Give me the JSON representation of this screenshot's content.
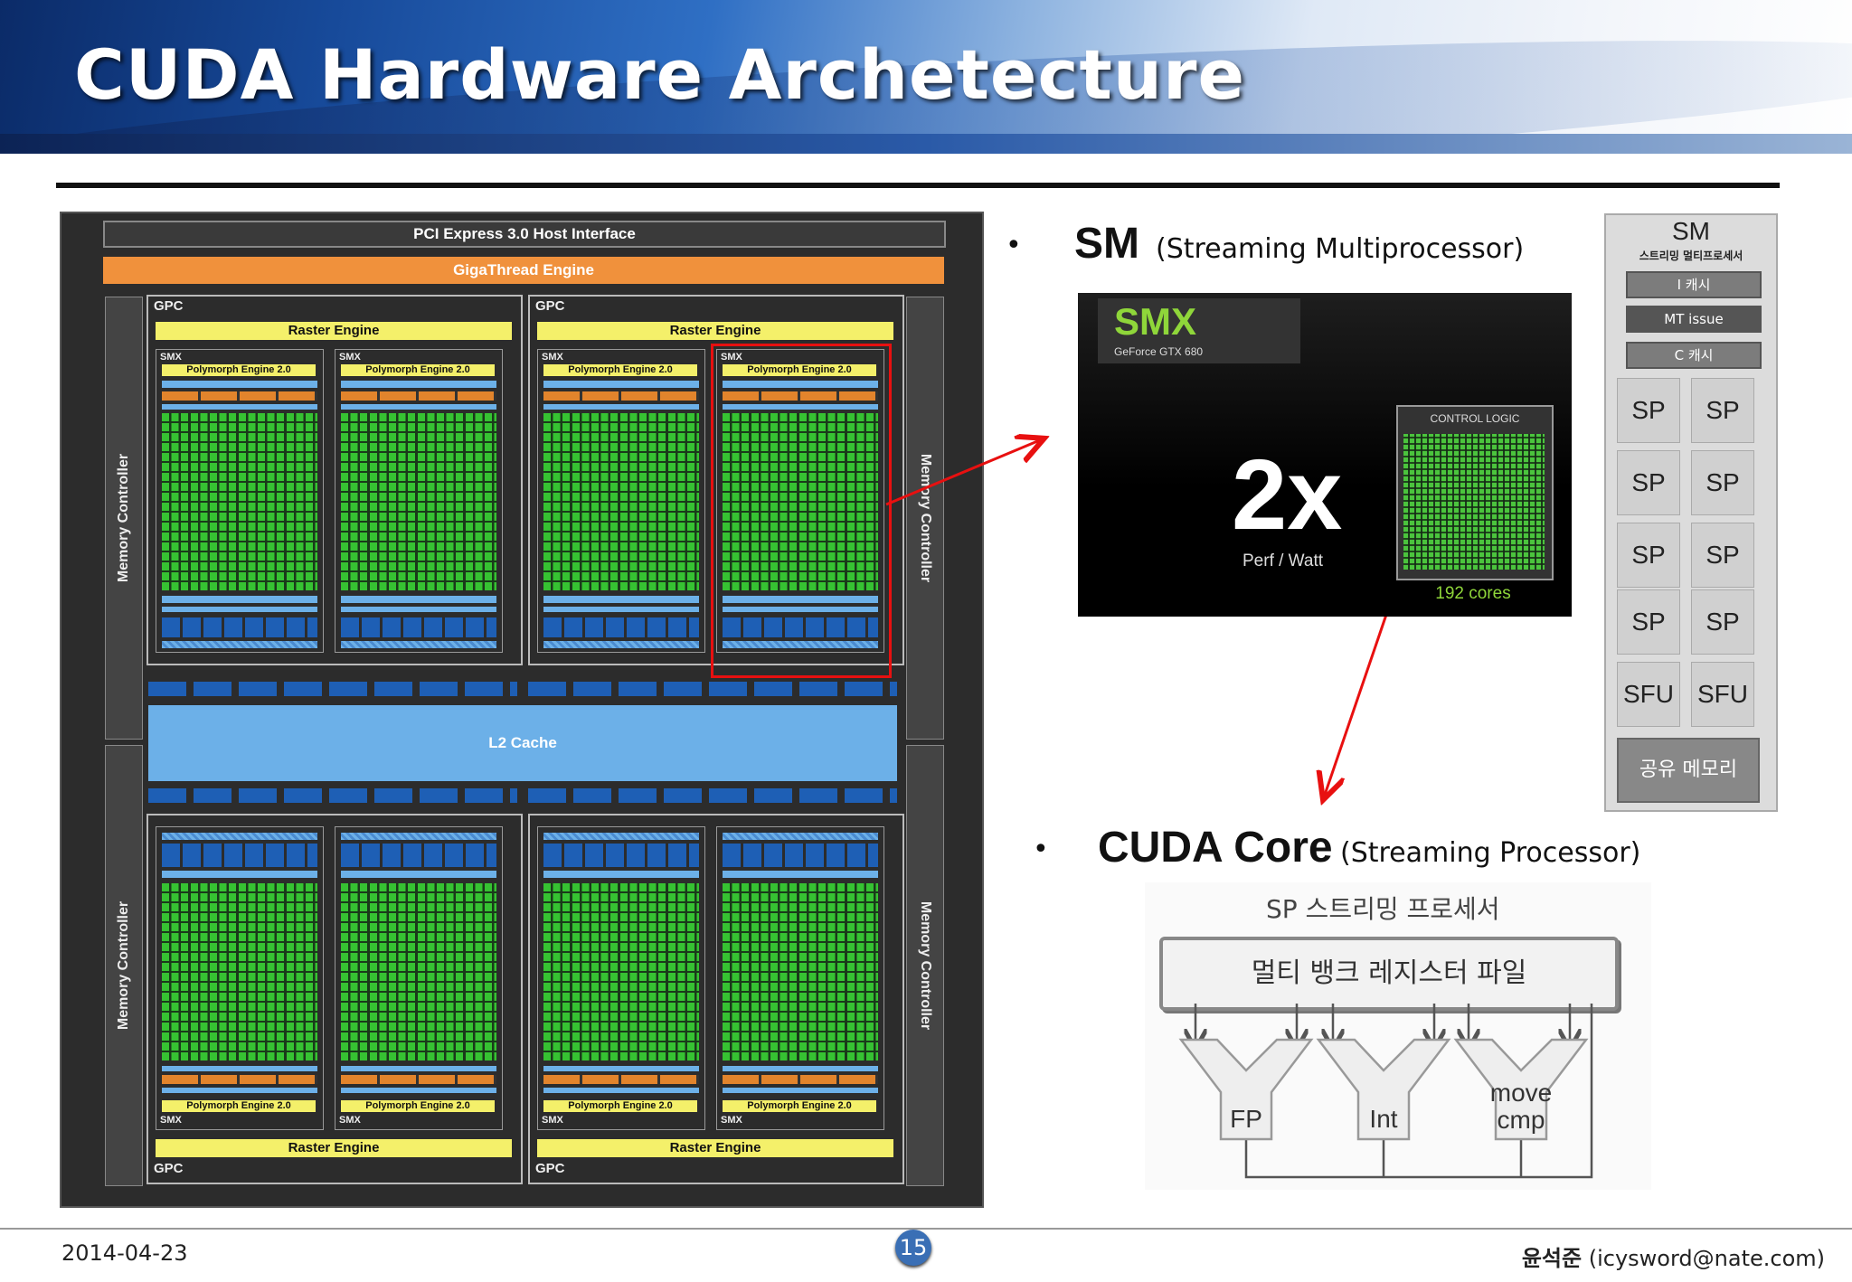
{
  "slide": {
    "title": "CUDA Hardware Archetecture",
    "date": "2014-04-23",
    "page": "15",
    "author_name": "윤석준",
    "author_email": "(icysword@nate.com)"
  },
  "gpu_diagram": {
    "pci": "PCI Express 3.0 Host Interface",
    "gigathread": "GigaThread Engine",
    "memory_controller": "Memory Controller",
    "gpc": "GPC",
    "raster": "Raster Engine",
    "smx": "SMX",
    "polymorph": "Polymorph Engine 2.0",
    "l2": "L2 Cache"
  },
  "sm_section": {
    "bullet": "•",
    "heading": "SM",
    "subtitle": "(Streaming Multiprocessor)",
    "smx_image": {
      "badge": "SMX",
      "model": "GeForce GTX 680",
      "big": "2x",
      "perf": "Perf / Watt",
      "control": "CONTROL LOGIC",
      "cores": "192 cores"
    },
    "sm_panel": {
      "title": "SM",
      "subtitle": "스트리밍 멀티프로세서",
      "rows": [
        "I 캐시",
        "MT issue",
        "C 캐시"
      ],
      "cells": [
        "SP",
        "SP",
        "SP",
        "SP",
        "SP",
        "SP",
        "SP",
        "SP",
        "SFU",
        "SFU"
      ],
      "shared": "공유 메모리"
    }
  },
  "core_section": {
    "bullet": "•",
    "heading": "CUDA Core",
    "subtitle": "(Streaming Processor)",
    "diagram_title": "SP 스트리밍 프로세서",
    "register_file": "멀티 뱅크 레지스터 파일",
    "units": [
      "FP",
      "Int",
      "move\ncmp"
    ]
  }
}
